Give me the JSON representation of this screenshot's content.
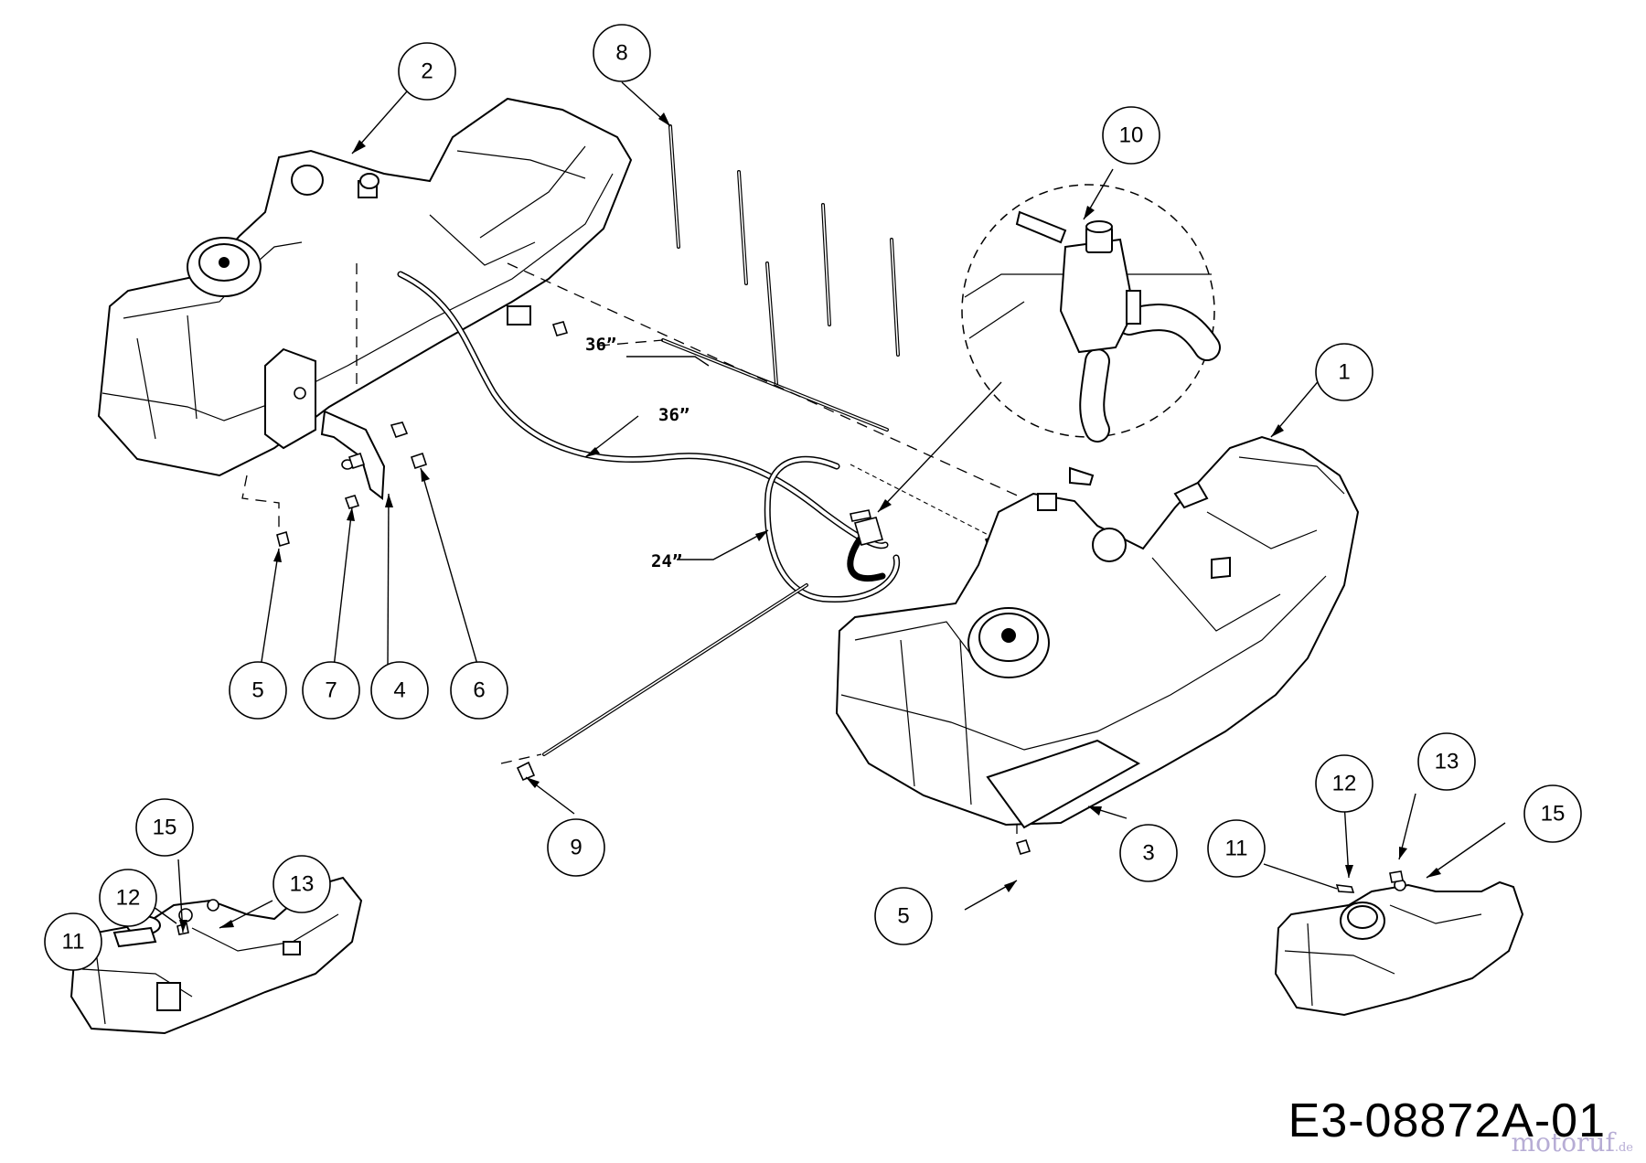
{
  "drawing_code": "E3-08872A-01",
  "watermark": {
    "brand": "motoruf",
    "tld": ".de"
  },
  "callouts": {
    "c1": "1",
    "c2": "2",
    "c3": "3",
    "c4": "4",
    "c5a": "5",
    "c5b": "5",
    "c6": "6",
    "c7": "7",
    "c8": "8",
    "c9": "9",
    "c10": "10",
    "c11a": "11",
    "c11b": "11",
    "c12a": "12",
    "c12b": "12",
    "c13a": "13",
    "c13b": "13",
    "c15a": "15",
    "c15b": "15"
  },
  "length_labels": {
    "rod_36": "36”",
    "hose_36": "36”",
    "hose_24": "24”"
  }
}
